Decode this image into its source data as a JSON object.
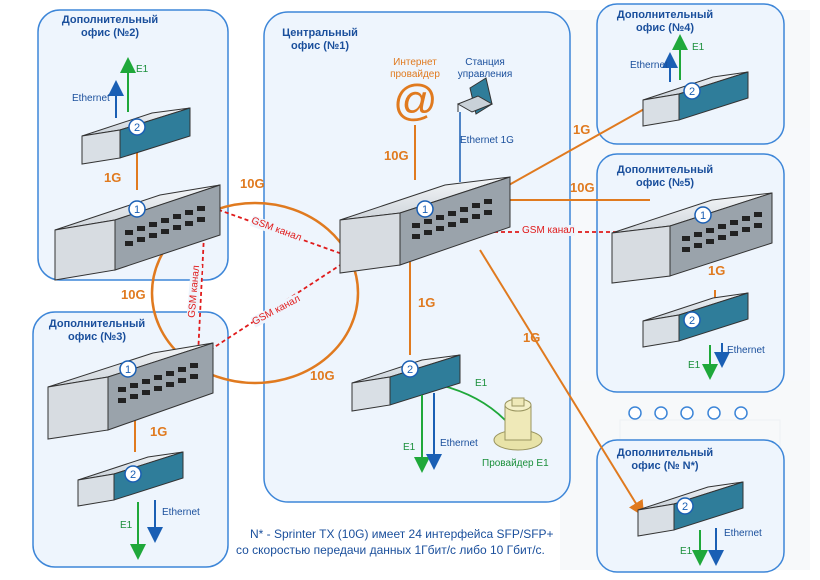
{
  "offices": {
    "office2": "Дополнительный офис (№2)",
    "central": "Центральный офис (№1)",
    "office4": "Дополнительный офис (№4)",
    "office5": "Дополнительный офис (№5)",
    "office3": "Дополнительный офис (№3)",
    "officeN": "Дополнительный офис (№ N*)"
  },
  "links": {
    "speed_1g": "1G",
    "speed_10g": "10G",
    "gsm": "GSM канал"
  },
  "labels": {
    "ethernet": "Ethernet",
    "e1": "E1",
    "ethernet_1g": "Ethernet 1G",
    "isp": "Интернет провайдер",
    "mgmt": "Станция управления",
    "e1_provider": "Провайдер E1",
    "at_symbol": "@"
  },
  "node_numbers": {
    "core": "1",
    "access": "2"
  },
  "footnote": {
    "line1": "N* - Sprinter TX (10G) имеет 24 интерфейса SFP/SFP+",
    "line2": "со скоростью передачи данных 1Гбит/с либо 10 Гбит/с."
  },
  "colors": {
    "office_border": "#3d86d8",
    "office_fill": "#eef5fd",
    "link_orange": "#e07a1f",
    "gsm_red": "#e01b1b",
    "arrow_green": "#1fa83a",
    "arrow_blue": "#1a5fb4",
    "title_blue": "#1a4f9c"
  },
  "icons": {
    "core_switch": "core-switch-icon",
    "access_switch": "access-switch-icon",
    "isp": "at-sign-icon",
    "mgmt": "workstation-icon",
    "e1_provider": "e1-connector-icon"
  }
}
